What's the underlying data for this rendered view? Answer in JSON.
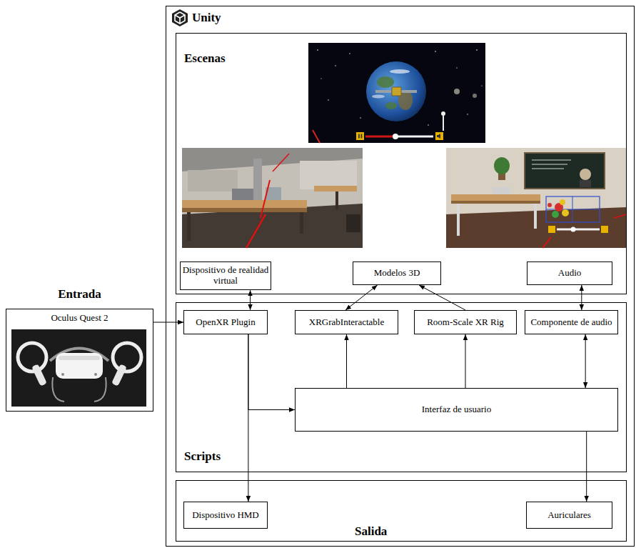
{
  "diagram": {
    "nodes": [
      {
        "text": [
          "Unity"
        ]
      },
      {
        "text": [
          "Escenas"
        ],
        "in": 0
      },
      {
        "text": [
          "Dispositivo de realidad virtual"
        ],
        "in": 1
      },
      {
        "text": [
          "Modelos 3D"
        ],
        "in": 1
      },
      {
        "text": [
          "Audio"
        ],
        "in": 1
      },
      {
        "text": [
          "Scripts"
        ],
        "in": 0
      },
      {
        "text": [
          "OpenXR Plugin"
        ],
        "in": 5
      },
      {
        "text": [
          "XRGrabInteractable"
        ],
        "in": 5
      },
      {
        "text": [
          "Room-Scale XR Rig"
        ],
        "in": 5
      },
      {
        "text": [
          "Componente de audio"
        ],
        "in": 5
      },
      {
        "text": [
          "Interfaz de usuario"
        ],
        "in": 5
      },
      {
        "text": [
          "Salida"
        ],
        "in": 0
      },
      {
        "text": [
          "Dispositivo HMD"
        ],
        "in": 11
      },
      {
        "text": [
          "Auriculares"
        ],
        "in": 11
      },
      {
        "text": [
          "Entrada",
          "Oculus Quest 2"
        ]
      }
    ],
    "edges": [
      {
        "from": 14,
        "to": 6,
        "arrow": "to"
      },
      {
        "from": 2,
        "to": 6,
        "arrow": "both"
      },
      {
        "from": 3,
        "to": 7,
        "arrow": "both"
      },
      {
        "from": 8,
        "to": 3,
        "arrow": "to"
      },
      {
        "from": 4,
        "to": 9,
        "arrow": "both"
      },
      {
        "from": 6,
        "to": 10,
        "arrow": "to"
      },
      {
        "from": 6,
        "to": 12,
        "arrow": "to"
      },
      {
        "from": 10,
        "to": 7,
        "arrow": "to"
      },
      {
        "from": 10,
        "to": 8,
        "arrow": "to"
      },
      {
        "from": 10,
        "to": 9,
        "arrow": "both"
      },
      {
        "from": 10,
        "to": 13,
        "arrow": "to"
      }
    ]
  }
}
